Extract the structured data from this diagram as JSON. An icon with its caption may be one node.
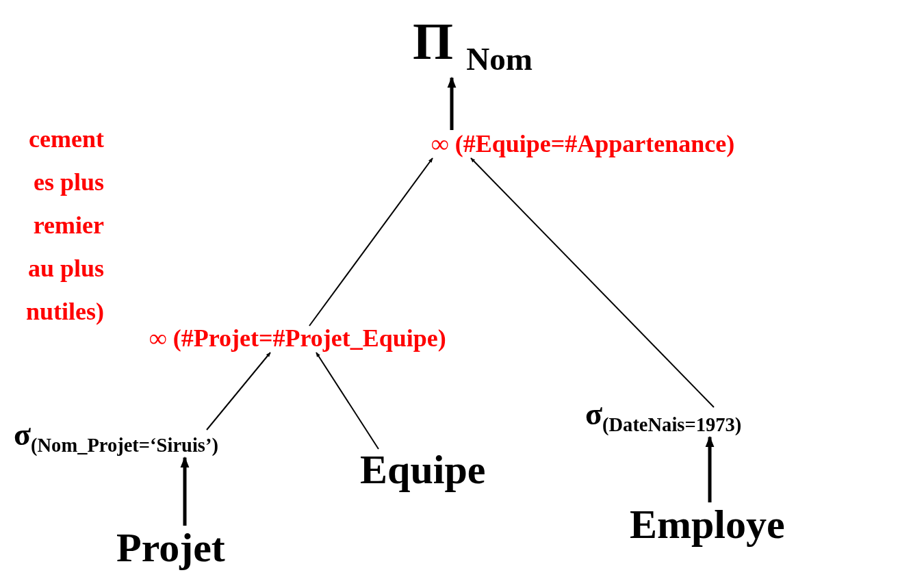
{
  "diagram": {
    "nodes": [
      {
        "text": [
          "Π $_{Nom}$"
        ]
      },
      {
        "text": [
          "∞ (#Equipe=#Appartenance)"
        ]
      },
      {
        "text": [
          "∞ (#Projet=#Projet_Equipe)"
        ]
      },
      {
        "text": [
          "σ$_{(Nom_Projet=‘Siruis’)}$"
        ]
      },
      {
        "text": [
          "Equipe"
        ]
      },
      {
        "text": [
          "σ$_{(DateNais=1973)}$"
        ]
      },
      {
        "text": [
          "Projet"
        ]
      },
      {
        "text": [
          "Employe"
        ]
      }
    ],
    "edges": [
      {
        "from": 1,
        "to": 0,
        "arrow": "to",
        "style": "thick"
      },
      {
        "from": 2,
        "to": 1,
        "arrow": "to"
      },
      {
        "from": 5,
        "to": 1,
        "arrow": "to"
      },
      {
        "from": 3,
        "to": 2,
        "arrow": "to"
      },
      {
        "from": 4,
        "to": 2,
        "arrow": "to"
      },
      {
        "from": 6,
        "to": 3,
        "arrow": "to",
        "style": "thick"
      },
      {
        "from": 7,
        "to": 5,
        "arrow": "to",
        "style": "thick"
      }
    ],
    "labels": [
      "cement",
      "es plus",
      "remier",
      "au plus",
      "nutiles)"
    ]
  }
}
